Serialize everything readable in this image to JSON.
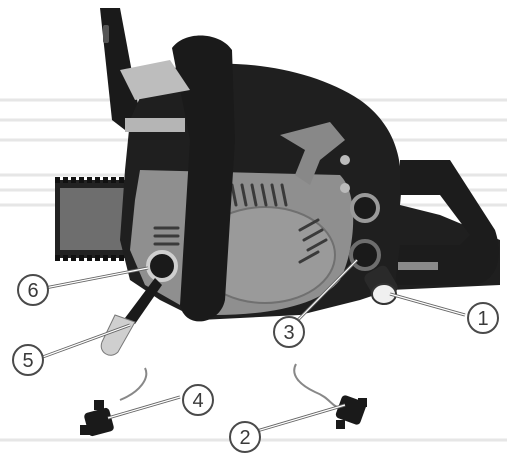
{
  "diagram": {
    "subject": "chainsaw-side-view",
    "callouts": [
      {
        "id": "c1",
        "label": "1"
      },
      {
        "id": "c2",
        "label": "2"
      },
      {
        "id": "c3",
        "label": "3"
      },
      {
        "id": "c4",
        "label": "4"
      },
      {
        "id": "c5",
        "label": "5"
      },
      {
        "id": "c6",
        "label": "6"
      }
    ]
  },
  "colors": {
    "body_dark": "#1f1f1f",
    "plate_gray": "#8f8f8f",
    "light_gray": "#c8c8c8",
    "background_lines": "#e3e3e3",
    "callout_fill": "#ffffff",
    "callout_stroke": "#4a4a4a"
  }
}
